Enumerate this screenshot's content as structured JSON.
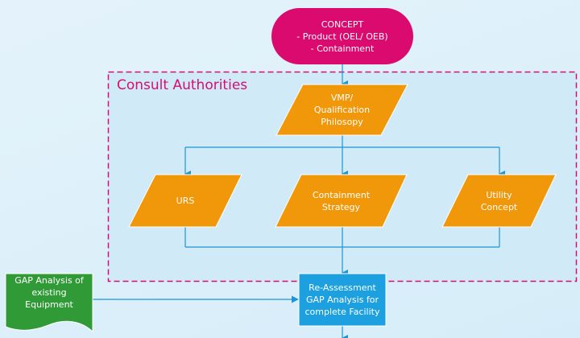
{
  "colors": {
    "concept_fill": "#DB0A6E",
    "region_border": "#D40E73",
    "region_fill": "#D0EAF7",
    "process_fill": "#F0980A",
    "reassess_fill": "#1DA0DF",
    "gap_fill": "#2F9A36",
    "connector": "#1D95D4"
  },
  "concept": {
    "lines": [
      "CONCEPT",
      "- Product (OEL/ OEB)",
      "- Containment"
    ]
  },
  "region": {
    "title": "Consult Authorities"
  },
  "vmp": {
    "lines": [
      "VMP/",
      "Qualification",
      "Philosopy"
    ]
  },
  "urs": {
    "lines": [
      "URS"
    ]
  },
  "containment": {
    "lines": [
      "Containment",
      "Strategy"
    ]
  },
  "utility": {
    "lines": [
      "Utility",
      "Concept"
    ]
  },
  "gap_existing": {
    "lines": [
      "GAP Analysis of",
      "existing",
      "Equipment"
    ]
  },
  "reassessment": {
    "lines": [
      "Re-Assessment",
      "GAP Analysis for",
      "complete Facility"
    ]
  }
}
